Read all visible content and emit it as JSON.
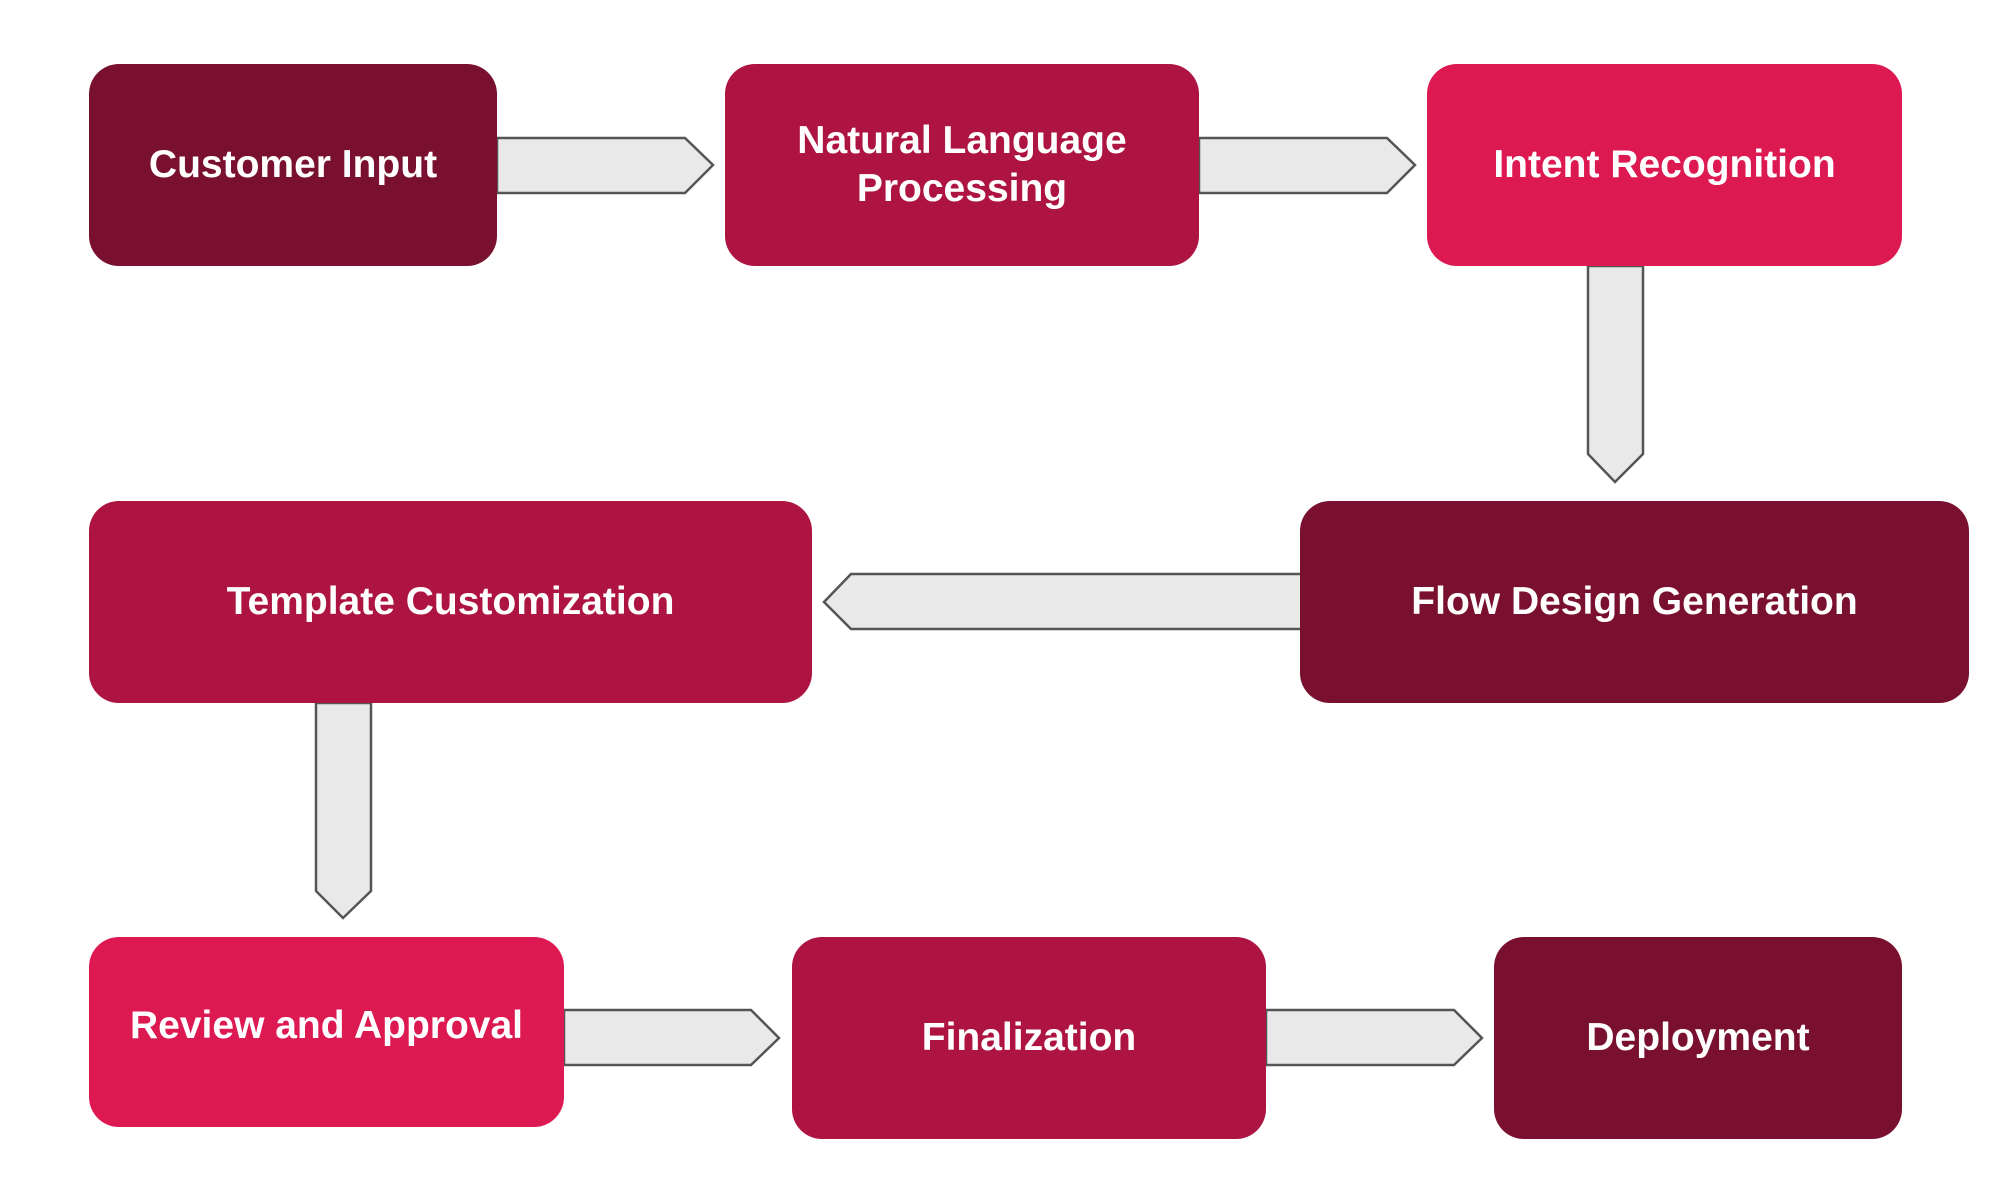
{
  "colors": {
    "dark": "#7a1030",
    "mid": "#ad1441",
    "bright": "#dd1952",
    "arrow_fill": "#e9e9e9",
    "arrow_stroke": "#555555"
  },
  "nodes": [
    {
      "id": "customer-input",
      "label": "Customer Input",
      "tone": "dark"
    },
    {
      "id": "natural-language-processing",
      "label": "Natural Language Processing",
      "tone": "mid"
    },
    {
      "id": "intent-recognition",
      "label": "Intent Recognition",
      "tone": "bright"
    },
    {
      "id": "flow-design-generation",
      "label": "Flow Design Generation",
      "tone": "dark"
    },
    {
      "id": "template-customization",
      "label": "Template Customization",
      "tone": "mid"
    },
    {
      "id": "review-and-approval",
      "label": "Review and Approval",
      "tone": "bright"
    },
    {
      "id": "finalization",
      "label": "Finalization",
      "tone": "mid"
    },
    {
      "id": "deployment",
      "label": "Deployment",
      "tone": "dark"
    }
  ],
  "edges": [
    {
      "from": "customer-input",
      "to": "natural-language-processing"
    },
    {
      "from": "natural-language-processing",
      "to": "intent-recognition"
    },
    {
      "from": "intent-recognition",
      "to": "flow-design-generation"
    },
    {
      "from": "flow-design-generation",
      "to": "template-customization"
    },
    {
      "from": "template-customization",
      "to": "review-and-approval"
    },
    {
      "from": "review-and-approval",
      "to": "finalization"
    },
    {
      "from": "finalization",
      "to": "deployment"
    }
  ]
}
